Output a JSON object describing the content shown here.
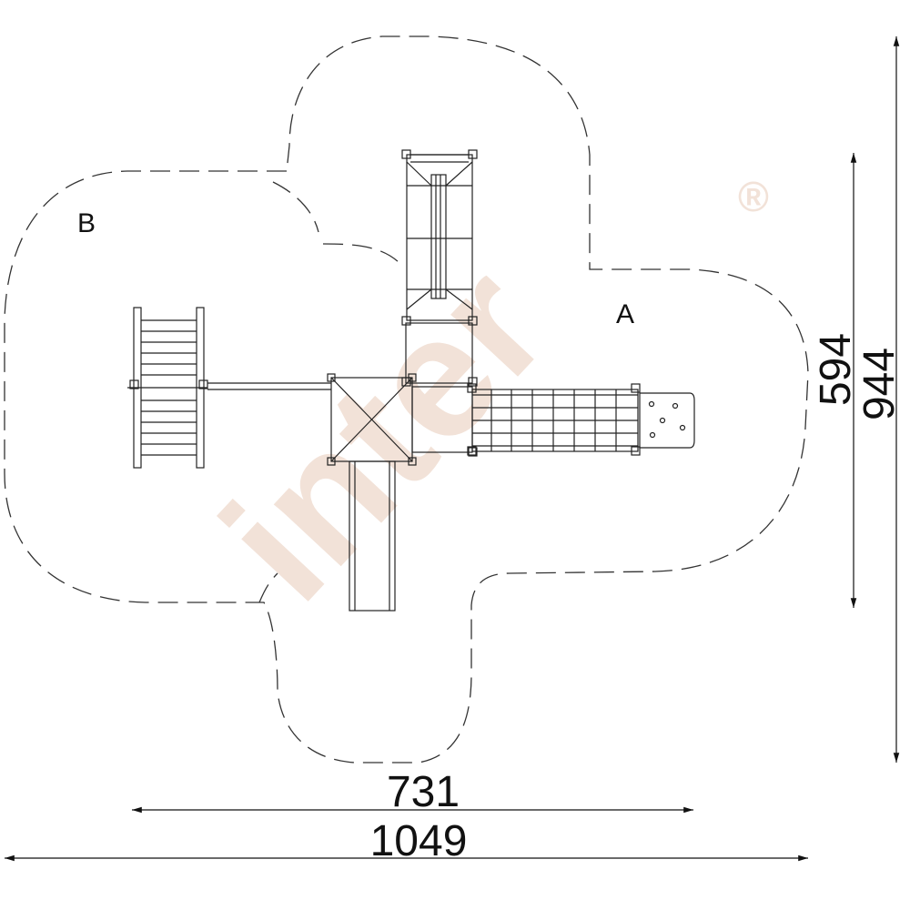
{
  "watermark": {
    "text": "inter",
    "trademark": "®",
    "color": "#f2e2d8"
  },
  "zones": {
    "a": "A",
    "b": "B"
  },
  "dimensions": {
    "height_inner": "594",
    "height_outer": "944",
    "width_inner": "731",
    "width_outer": "1049"
  },
  "colors": {
    "line": "#222222",
    "dash": "#333333",
    "background": "#ffffff"
  }
}
